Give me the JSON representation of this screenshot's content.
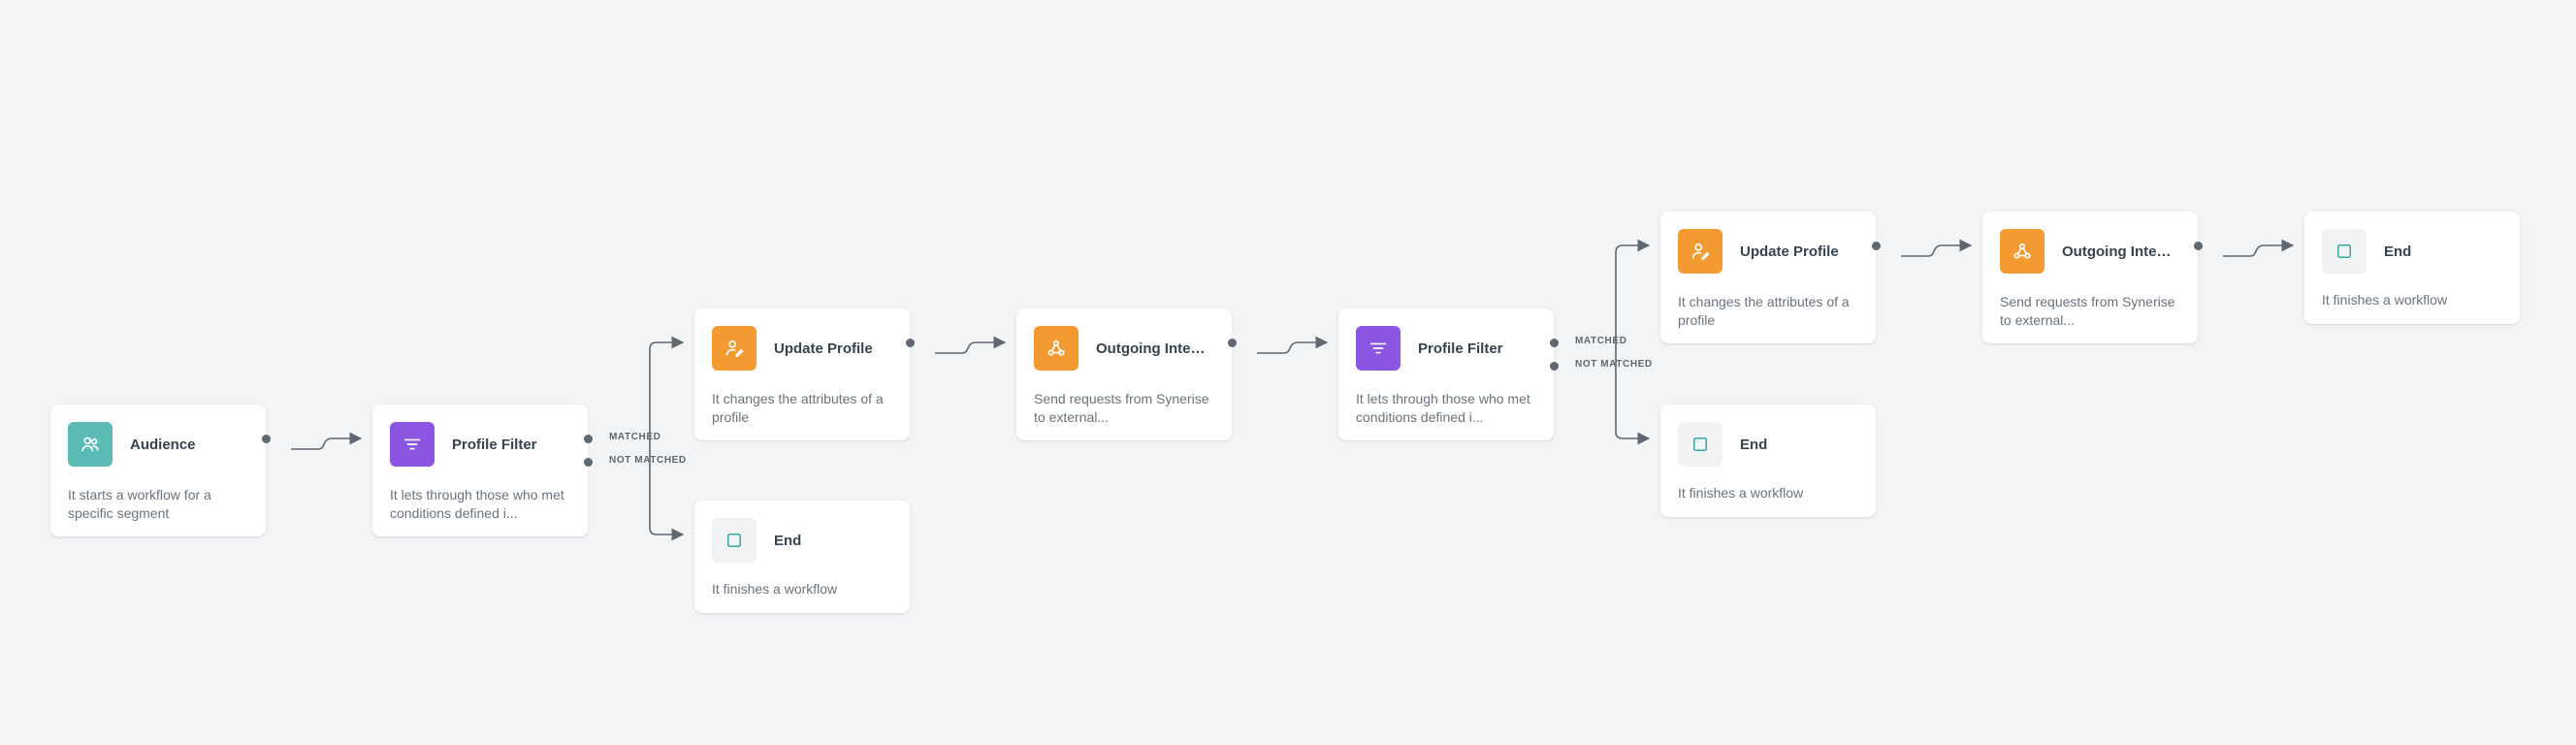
{
  "nodes": [
    {
      "id": "audience",
      "kind": "audience",
      "icon": "audience-icon",
      "title": "Audience",
      "description": "It starts a workflow for a specific segment"
    },
    {
      "id": "filter1",
      "kind": "filter",
      "icon": "filter-icon",
      "title": "Profile Filter",
      "description": "It lets through those who met conditions defined i..."
    },
    {
      "id": "update1",
      "kind": "update",
      "icon": "edit-profile-icon",
      "title": "Update Profile",
      "description": "It changes the attributes of a profile"
    },
    {
      "id": "end1",
      "kind": "end",
      "icon": "stop-square-icon",
      "title": "End",
      "description": "It finishes a workflow"
    },
    {
      "id": "integration1",
      "kind": "integration",
      "icon": "webhook-icon",
      "title": "Outgoing Integr...",
      "description": "Send requests from Synerise to external..."
    },
    {
      "id": "filter2",
      "kind": "filter",
      "icon": "filter-icon",
      "title": "Profile Filter",
      "description": "It lets through those who met conditions defined i..."
    },
    {
      "id": "update2",
      "kind": "update",
      "icon": "edit-profile-icon",
      "title": "Update Profile",
      "description": "It changes the attributes of a profile"
    },
    {
      "id": "end2",
      "kind": "end",
      "icon": "stop-square-icon",
      "title": "End",
      "description": "It finishes a workflow"
    },
    {
      "id": "integration2",
      "kind": "integration",
      "icon": "webhook-icon",
      "title": "Outgoing Integr...",
      "description": "Send requests from Synerise to external..."
    },
    {
      "id": "end3",
      "kind": "end",
      "icon": "stop-square-icon",
      "title": "End",
      "description": "It finishes a workflow"
    }
  ],
  "edges": [
    {
      "from": "audience",
      "to": "filter1"
    },
    {
      "from": "filter1",
      "to": "update1",
      "branch": "matched"
    },
    {
      "from": "filter1",
      "to": "end1",
      "branch": "not_matched"
    },
    {
      "from": "update1",
      "to": "integration1"
    },
    {
      "from": "integration1",
      "to": "filter2"
    },
    {
      "from": "filter2",
      "to": "update2",
      "branch": "matched"
    },
    {
      "from": "filter2",
      "to": "end2",
      "branch": "not_matched"
    },
    {
      "from": "update2",
      "to": "integration2"
    },
    {
      "from": "integration2",
      "to": "end3"
    }
  ],
  "branch_labels": {
    "matched": "MATCHED",
    "not_matched": "NOT MATCHED"
  },
  "colors": {
    "audience": "#5bbcb6",
    "filter": "#8a56e2",
    "update": "#f49a32",
    "integration": "#f49a32",
    "end_bg": "#f0f2f4",
    "end_square": "#3aa7a1",
    "connector": "#5f6770"
  }
}
